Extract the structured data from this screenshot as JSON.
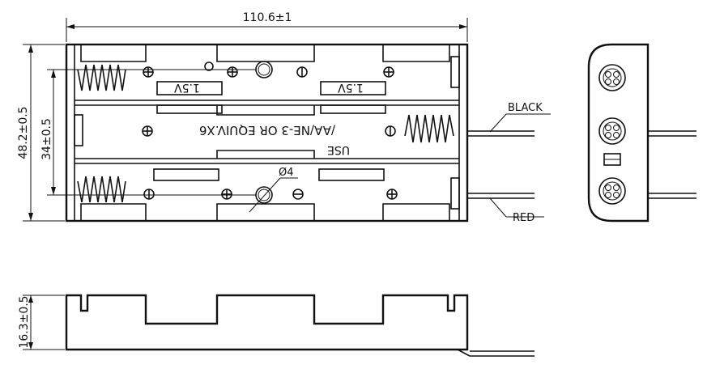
{
  "dimensions": {
    "width": "110.6±1",
    "height_outer": "48.2±0.5",
    "height_inner": "34±0.5",
    "depth": "16.3±0.5",
    "hole": "Ø4"
  },
  "labels": {
    "black": "BLACK",
    "red": "RED",
    "voltage_top_left": "1.5V",
    "voltage_top_right": "1.5V",
    "use_line": "USE",
    "spec_line": "/AA/NE-3 OR EQUIV.X6"
  }
}
